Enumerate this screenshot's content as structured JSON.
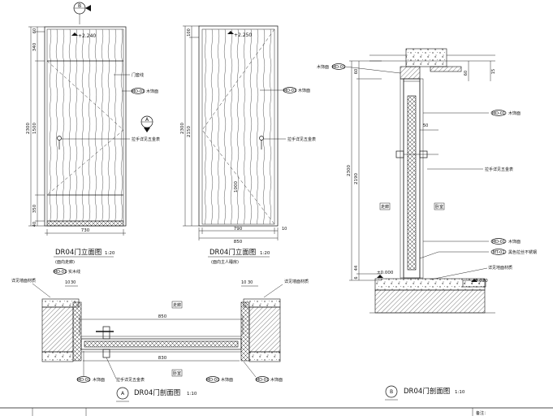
{
  "elevation_a": {
    "marker_letter": "B",
    "level": "+2.240",
    "dims_left": [
      "60",
      "340",
      "1500",
      "350",
      "40"
    ],
    "dim_total": "2300",
    "width": "730",
    "callout_tag": "MD-01",
    "callout_wood": "木饰面",
    "callout_frame": "门套线",
    "section_marker_letter": "A",
    "hardware_note": "拉手详见五金表",
    "title": "DR04门立面图",
    "scale": "1:20",
    "subtitle": "(面向走廊)"
  },
  "elevation_b": {
    "level": "+2.250",
    "dims_left": [
      "100",
      "2150"
    ],
    "dim_total": "2300",
    "dims_bottom": [
      "790",
      "10"
    ],
    "dim_overall": "850",
    "dim_vertical_inner": "1000",
    "callout_tag": "MD-01",
    "callout_wood": "木饰面",
    "hardware_note": "拉手详见五金表",
    "title": "DR04门立面图",
    "scale": "1:20",
    "subtitle": "(面向主人睡房)"
  },
  "section_a": {
    "label_left_top": "详见墙面材质",
    "label_right_top": "详见墙面材质",
    "callout_tag": "MD-01",
    "callout_solid": "实木线",
    "dims_left": [
      "10",
      "30"
    ],
    "dims_right": [
      "10",
      "30"
    ],
    "dim_opening": "850",
    "dim_leaf": "830",
    "room_top": "走廊",
    "room_bottom": "卧室",
    "callout_wood_left": "木饰面",
    "hardware_note": "拉手详见五金表",
    "callout_wood_right": "木饰面",
    "callout_wood_far": "木饰面",
    "marker_letter": "A",
    "title": "DR04门剖面图",
    "scale": "1:10"
  },
  "section_b": {
    "label_top_left": "木饰面",
    "dim_top": "60",
    "dim_top_right": "15",
    "dims_left": [
      "60",
      "2190",
      "44",
      "6"
    ],
    "dim_total": "2300",
    "dim_inner": "50",
    "callout_tag": "MD-01",
    "callout_wood": "木饰面",
    "hardware_note": "拉手详见五金表",
    "room_left": "走廊",
    "room_right": "卧室",
    "callout_wood_2": "木饰面",
    "callout_steel_tag": "MT-01",
    "callout_steel": "黑色拉丝不锈钢",
    "level_floor": "±0.000",
    "level_down": "-0.020",
    "floor_note": "详见地面材质",
    "marker_letter": "B",
    "title": "DR04门剖面图",
    "scale": "1:10"
  },
  "title_block": {
    "note_label": "备注："
  }
}
